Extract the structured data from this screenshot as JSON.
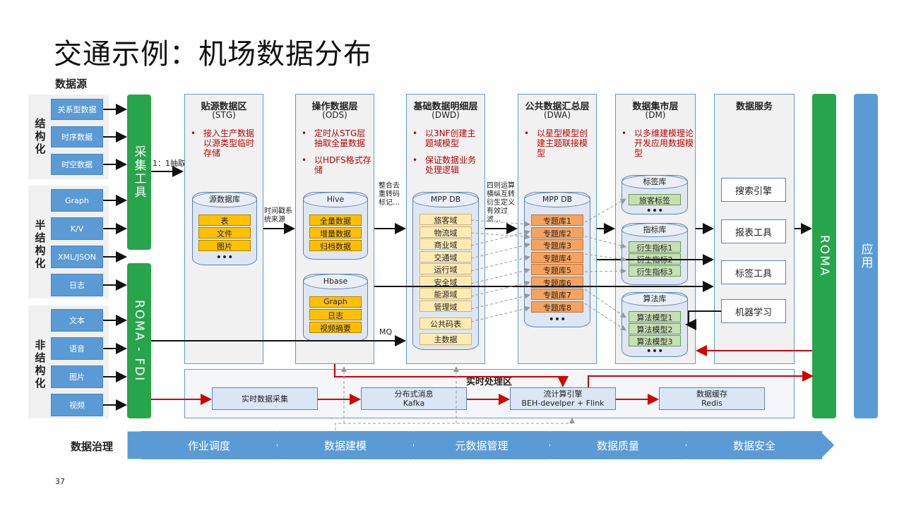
{
  "title": "交通示例：机场数据分布",
  "page_number": "37",
  "data_source_label": "数据源",
  "sources": {
    "structured": {
      "label": "结构化",
      "items": [
        "关系型数据",
        "时序数据",
        "时空数据"
      ]
    },
    "semi": {
      "label": "半结构化",
      "items": [
        "Graph",
        "K/V",
        "XML/JSON",
        "日志"
      ]
    },
    "unstructured": {
      "label": "非结构化",
      "items": [
        "文本",
        "语音",
        "图片",
        "视频"
      ]
    }
  },
  "collect_tool": "采集工具",
  "roma_fdi": "ROMA - FDI",
  "one_to_one": "1：1抽取",
  "stg": {
    "title": "贴源数据区",
    "sub": "(STG)",
    "bullets": [
      "接入生产数据以源类型临时存储"
    ],
    "db_title": "源数据库",
    "cells": [
      "表",
      "文件",
      "图片"
    ]
  },
  "stg_to_ods": "时间戳系统来源",
  "ods": {
    "title": "操作数据层",
    "sub": "(ODS)",
    "bullets": [
      "定时从STG层抽取全量数据",
      "以HDFS格式存储"
    ],
    "hive": {
      "title": "Hive",
      "cells": [
        "全量数据",
        "增量数据",
        "归档数据"
      ]
    },
    "hbase": {
      "title": "Hbase",
      "cells": [
        "Graph",
        "日志",
        "视频摘要"
      ]
    }
  },
  "ods_to_dwd": "整合去重转码标记…",
  "dwd": {
    "title": "基础数据明细层",
    "sub": "(DWD)",
    "bullets": [
      "以3NF创建主题域模型",
      "保证数据业务处理逻辑"
    ],
    "db_title": "MPP DB",
    "cells": [
      "旅客域",
      "物流域",
      "商业域",
      "交通域",
      "运行域",
      "安全域",
      "能源域",
      "管理域"
    ],
    "cells2": [
      "公共码表",
      "主数据"
    ]
  },
  "dwd_to_dwa": "四则运算横纵互转衍生定义有效过滤…",
  "dwa": {
    "title": "公共数据汇总层",
    "sub": "(DWA)",
    "bullets": [
      "以星型模型创建主题联接模型"
    ],
    "db_title": "MPP DB",
    "cells": [
      "专题库1",
      "专题库2",
      "专题库3",
      "专题库4",
      "专题库5",
      "专题库6",
      "专题库7",
      "专题库8"
    ]
  },
  "dm": {
    "title": "数据集市层",
    "sub": "(DM)",
    "bullets": [
      "以多维建模理论开发应用数据模型"
    ],
    "tag": {
      "title": "标签库",
      "cells": [
        "旅客标签"
      ]
    },
    "index": {
      "title": "指标库",
      "cells": [
        "衍生指标1",
        "衍生指标2",
        "衍生指标3"
      ]
    },
    "algo": {
      "title": "算法库",
      "cells": [
        "算法模型1",
        "算法模型2",
        "算法模型3"
      ]
    }
  },
  "service": {
    "title": "数据服务",
    "items": [
      "搜索引擎",
      "报表工具",
      "标签工具",
      "机器学习"
    ]
  },
  "roma": "ROMA",
  "app": "应用",
  "mq": "MQ",
  "realtime": {
    "title": "实时处理区",
    "boxes": [
      [
        "实时数据采集"
      ],
      [
        "分布式消息",
        "Kafka"
      ],
      [
        "流计算引擎",
        "BEH-develper + Flink"
      ],
      [
        "数据缓存",
        "Redis"
      ]
    ]
  },
  "governance": {
    "label": "数据治理",
    "steps": [
      "作业调度",
      "数据建模",
      "元数据管理",
      "数据质量",
      "数据安全"
    ]
  },
  "dots": "•••",
  "colors": {
    "accent_blue": "#5b9bd5",
    "green": "#27a54a",
    "red": "#c00000",
    "yellow": "#ffc000",
    "orange": "#f4a460"
  }
}
